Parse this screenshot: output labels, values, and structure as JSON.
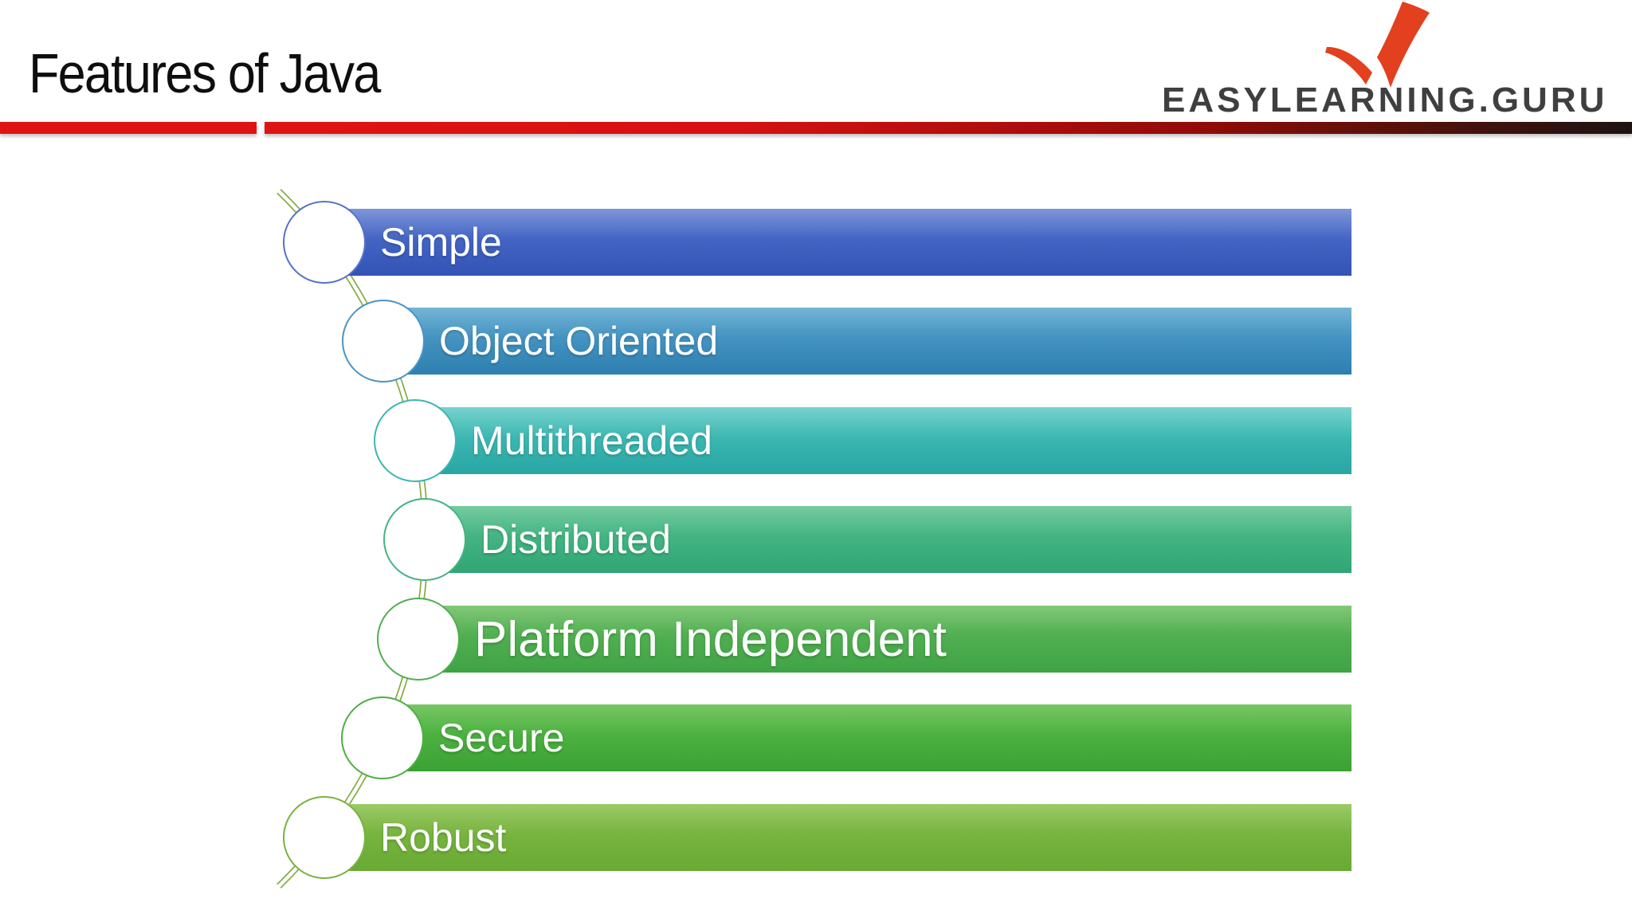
{
  "slide": {
    "title": "Features of Java",
    "logo": {
      "text": "EASYLEARNING.GURU",
      "text_color": "#3f3f3f",
      "checkmark_color": "#e2401e"
    },
    "divider": {
      "red": "#df1313",
      "gradient_stops": [
        "#df1313 0%",
        "#d51111 35%",
        "#930b08 68%",
        "#45120c 88%",
        "#1c1313 100%"
      ]
    },
    "stem_color": "#86ad47",
    "features": [
      {
        "label": "Simple",
        "top": "#7e96d8",
        "mid": "#4465c4",
        "bottom": "#3353b5",
        "ring": "#5572c7",
        "emphasis": false
      },
      {
        "label": "Object Oriented",
        "top": "#74b5d6",
        "mid": "#4493c1",
        "bottom": "#2d80af",
        "ring": "#4a95c2",
        "emphasis": false
      },
      {
        "label": "Multithreaded",
        "top": "#79d2cd",
        "mid": "#3cb7b2",
        "bottom": "#28a6a3",
        "ring": "#3eb5b1",
        "emphasis": false
      },
      {
        "label": "Distributed",
        "top": "#75cca0",
        "mid": "#44b483",
        "bottom": "#2fa674",
        "ring": "#45b284",
        "emphasis": false
      },
      {
        "label": "Platform Independent",
        "top": "#82c878",
        "mid": "#50af50",
        "bottom": "#3fa345",
        "ring": "#52ad51",
        "emphasis": true
      },
      {
        "label": "Secure",
        "top": "#78c764",
        "mid": "#4cb140",
        "bottom": "#3aa133",
        "ring": "#4daf42",
        "emphasis": false
      },
      {
        "label": "Robust",
        "top": "#9cca68",
        "mid": "#77b43f",
        "bottom": "#68aa33",
        "ring": "#79b241",
        "emphasis": false
      }
    ]
  }
}
